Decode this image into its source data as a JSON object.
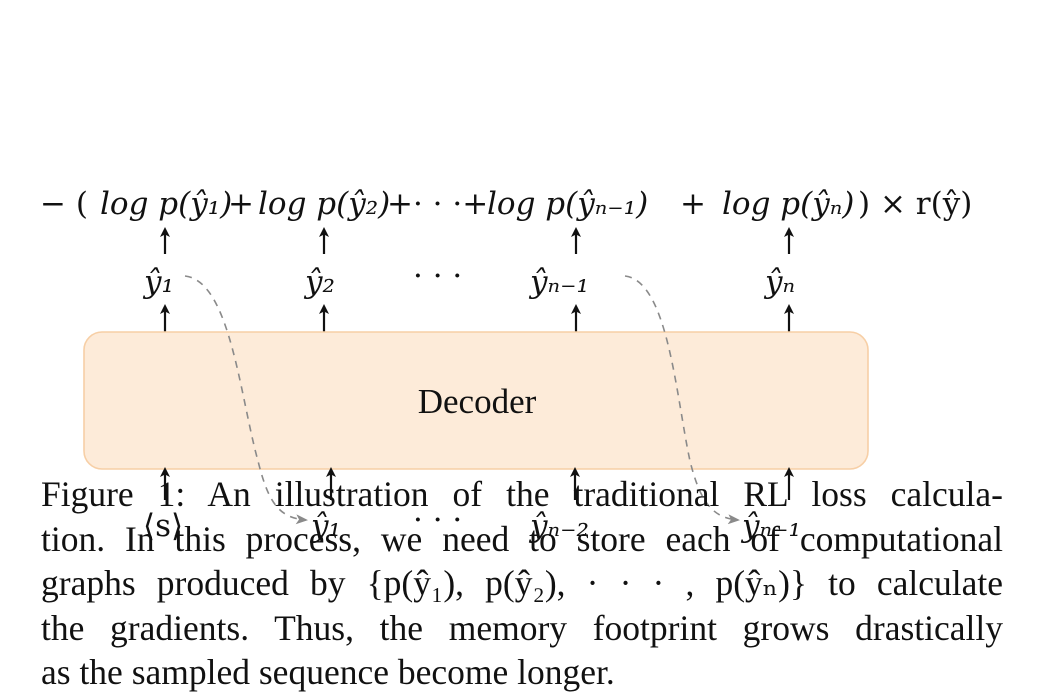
{
  "diagram": {
    "loss_expression": {
      "prefix": "− (",
      "term1": "log p(ŷ₁)",
      "op1": "+",
      "term2": "log p(ŷ₂)",
      "op2": "+· · ·+",
      "term3": "log p(ŷₙ₋₁)",
      "op3": "+",
      "term4": "log p(ŷₙ)",
      "suffix": ") × r(ŷ)"
    },
    "outputs": [
      "ŷ₁",
      "ŷ₂",
      "· · ·",
      "ŷₙ₋₁",
      "ŷₙ"
    ],
    "block_label": "Decoder",
    "inputs": [
      "⟨s⟩",
      "ŷ₁",
      "· · ·",
      "ŷₙ₋₂",
      "ŷₙ₋₁"
    ],
    "colors": {
      "decoder_fill": "#fdebd9",
      "decoder_stroke": "#f7cfa6",
      "arrow": "#111111",
      "dashed": "#8a8a8a"
    }
  },
  "caption": {
    "lines": [
      "Figure 1: An illustration of the traditional RL loss calcula-",
      "tion. In this process, we need to store each of computational",
      "graphs produced by {p(ŷ₁), p(ŷ₂), · · · , p(ŷₙ)} to calculate",
      "the gradients. Thus, the memory footprint grows drastically",
      "as the sampled sequence become longer."
    ]
  }
}
